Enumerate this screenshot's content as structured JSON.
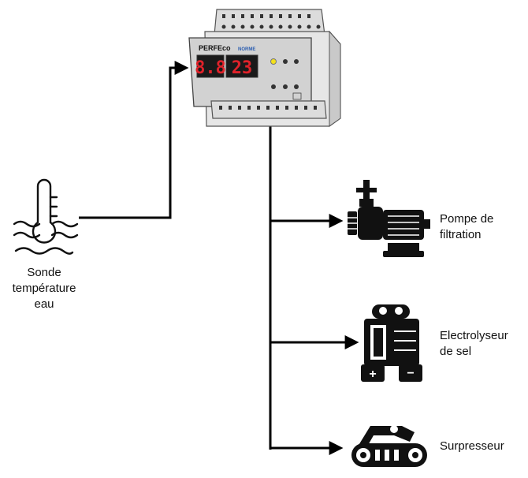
{
  "nodes": {
    "sensor": {
      "label": "Sonde\ntempérature\neau",
      "icon": "thermometer-water-icon"
    },
    "controller": {
      "brand": "PERFEco",
      "brand_suffix": "NORME",
      "display_left": "8.8",
      "display_right": "23",
      "icon": "din-rail-controller-icon"
    },
    "pump": {
      "label": "Pompe de\nfiltration",
      "icon": "pump-motor-icon"
    },
    "electrolyser": {
      "label": "Electrolyseur\nde sel",
      "icon": "salt-electrolyser-icon"
    },
    "booster": {
      "label": "Surpresseur",
      "icon": "pool-robot-booster-icon"
    }
  },
  "colors": {
    "line": "#000000",
    "display_digits": "#e0222a",
    "led": "#f4e11a",
    "device_body": "#e3e3e3",
    "device_face": "#cfcfcf",
    "icon_fill": "#111111"
  }
}
